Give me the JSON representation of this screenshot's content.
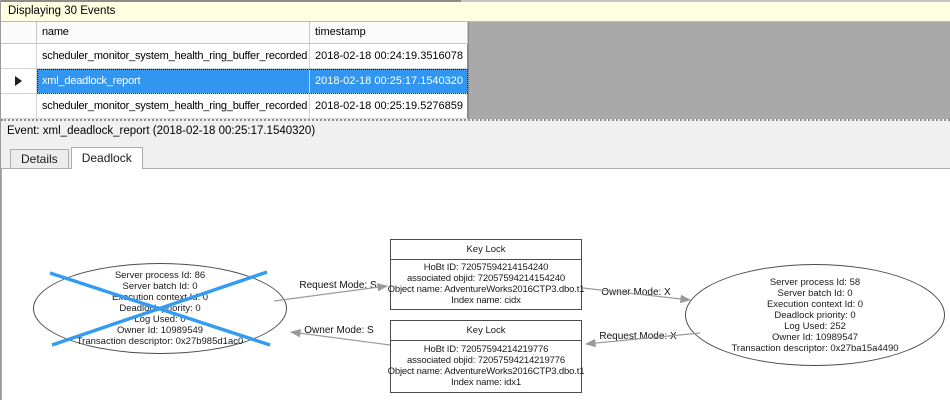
{
  "info_bar": {
    "text": "Displaying 30 Events"
  },
  "table": {
    "columns": [
      "name",
      "timestamp"
    ],
    "rows": [
      {
        "name": "scheduler_monitor_system_health_ring_buffer_recorded",
        "timestamp": "2018-02-18 00:24:19.3516078",
        "selected": false
      },
      {
        "name": "xml_deadlock_report",
        "timestamp": "2018-02-18 00:25:17.1540320",
        "selected": true
      },
      {
        "name": "scheduler_monitor_system_health_ring_buffer_recorded",
        "timestamp": "2018-02-18 00:25:19.5276859",
        "selected": false
      }
    ]
  },
  "event_bar": {
    "label": "Event: xml_deadlock_report (2018-02-18 00:25:17.1540320)"
  },
  "tabs": [
    {
      "label": "Details",
      "active": false
    },
    {
      "label": "Deadlock",
      "active": true
    }
  ],
  "graph": {
    "process_nodes": [
      {
        "victim": true,
        "lines": [
          "Server process Id: 86",
          "Server batch Id: 0",
          "Execution context Id: 0",
          "Deadlock priority: 0",
          "Log Used: 0",
          "Owner Id: 10989549",
          "Transaction descriptor: 0x27b985d1ac0"
        ]
      },
      {
        "victim": false,
        "lines": [
          "Server process Id: 58",
          "Server batch Id: 0",
          "Execution context Id: 0",
          "Deadlock priority: 0",
          "Log Used: 252",
          "Owner Id: 10989547",
          "Transaction descriptor: 0x27ba15a4490"
        ]
      }
    ],
    "resource_nodes": [
      {
        "title": "Key Lock",
        "lines": [
          "HoBt ID: 72057594214154240",
          "associated objid: 72057594214154240",
          "Object name: AdventureWorks2016CTP3.dbo.t1",
          "Index name: cidx"
        ]
      },
      {
        "title": "Key Lock",
        "lines": [
          "HoBt ID: 72057594214219776",
          "associated objid: 72057594214219776",
          "Object name: AdventureWorks2016CTP3.dbo.t1",
          "Index name: idx1"
        ]
      }
    ],
    "edge_labels": [
      "Request Mode: S",
      "Owner Mode: S",
      "Owner Mode: X",
      "Request Mode: X"
    ]
  },
  "colors": {
    "selection_blue": "#3296f1",
    "info_bar_bg": "#ffffe1",
    "victim_cross_blue": "#339cf1",
    "edge_gray": "#9a9a9a"
  }
}
